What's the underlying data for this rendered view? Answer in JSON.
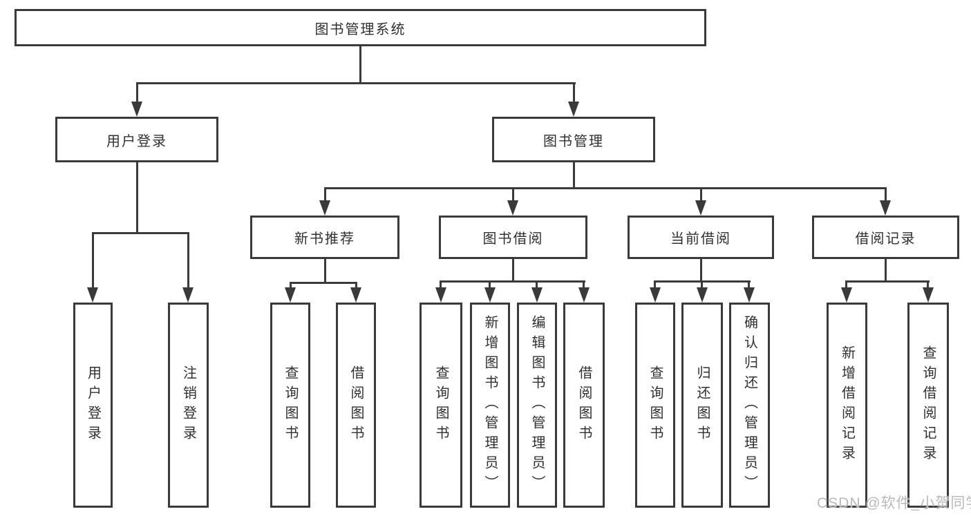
{
  "diagram": {
    "type": "hierarchy-tree",
    "title": "图书管理系统"
  },
  "tree": {
    "label": "图书管理系统",
    "children": [
      {
        "label": "用户登录",
        "children": [
          {
            "label": "用户登录"
          },
          {
            "label": "注销登录"
          }
        ]
      },
      {
        "label": "图书管理",
        "children": [
          {
            "label": "新书推荐",
            "children": [
              {
                "label": "查询图书"
              },
              {
                "label": "借阅图书"
              }
            ]
          },
          {
            "label": "图书借阅",
            "children": [
              {
                "label": "查询图书"
              },
              {
                "label": "新增图书（管理员）"
              },
              {
                "label": "编辑图书（管理员）"
              },
              {
                "label": "借阅图书"
              }
            ]
          },
          {
            "label": "当前借阅",
            "children": [
              {
                "label": "查询图书"
              },
              {
                "label": "归还图书"
              },
              {
                "label": "确认归还（管理员）"
              }
            ]
          },
          {
            "label": "借阅记录",
            "children": [
              {
                "label": "新增借阅记录"
              },
              {
                "label": "查询借阅记录"
              }
            ]
          }
        ]
      }
    ]
  },
  "watermark": {
    "text": "CSDN @软件_小贺同学",
    "color": "#b9b9b9"
  },
  "colors": {
    "background": "#ffffff",
    "box_border": "#3a3a3a",
    "connector_line": "#3a3a3a",
    "text": "#303030"
  }
}
